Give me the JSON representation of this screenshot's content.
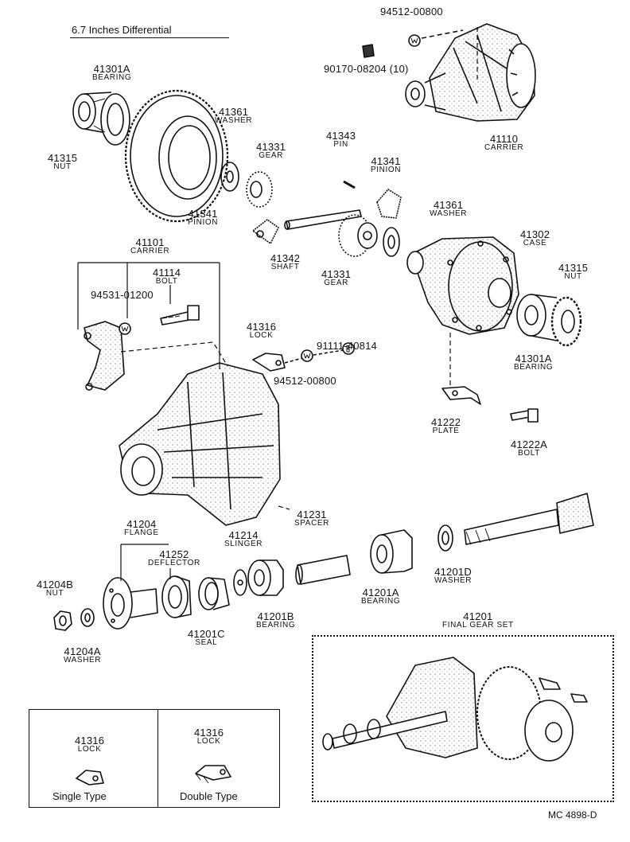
{
  "title": "6.7 Inches Differential",
  "diagram_code": "MC 4898-D",
  "final_gear_set": {
    "number": "41201",
    "name": "FINAL GEAR SET"
  },
  "legend": {
    "single": {
      "number": "41316",
      "name": "LOCK",
      "caption": "Single Type"
    },
    "double": {
      "number": "41316",
      "name": "LOCK",
      "caption": "Double Type"
    }
  },
  "parts": [
    {
      "id": "p01",
      "number": "94512-00800",
      "name": ""
    },
    {
      "id": "p02",
      "number": "90170-08204 (10)",
      "name": ""
    },
    {
      "id": "p03",
      "number": "41110",
      "name": "CARRIER"
    },
    {
      "id": "p04",
      "number": "41301A",
      "name": "BEARING"
    },
    {
      "id": "p05",
      "number": "41315",
      "name": "NUT"
    },
    {
      "id": "p06",
      "number": "41361",
      "name": "WASHER"
    },
    {
      "id": "p07",
      "number": "41331",
      "name": "GEAR"
    },
    {
      "id": "p08",
      "number": "41343",
      "name": "PIN"
    },
    {
      "id": "p09",
      "number": "41341",
      "name": "PINION"
    },
    {
      "id": "p10",
      "number": "41341",
      "name": "PINION"
    },
    {
      "id": "p11",
      "number": "41361",
      "name": "WASHER"
    },
    {
      "id": "p12",
      "number": "41302",
      "name": "CASE"
    },
    {
      "id": "p13",
      "number": "41342",
      "name": "SHAFT"
    },
    {
      "id": "p14",
      "number": "41331",
      "name": "GEAR"
    },
    {
      "id": "p15",
      "number": "41101",
      "name": "CARRIER"
    },
    {
      "id": "p16",
      "number": "41114",
      "name": "BOLT"
    },
    {
      "id": "p17",
      "number": "94531-01200",
      "name": ""
    },
    {
      "id": "p18",
      "number": "41315",
      "name": "NUT"
    },
    {
      "id": "p19",
      "number": "41316",
      "name": "LOCK"
    },
    {
      "id": "p20",
      "number": "91111-40814",
      "name": ""
    },
    {
      "id": "p21",
      "number": "94512-00800",
      "name": ""
    },
    {
      "id": "p22",
      "number": "41301A",
      "name": "BEARING"
    },
    {
      "id": "p23",
      "number": "41222",
      "name": "PLATE"
    },
    {
      "id": "p24",
      "number": "41222A",
      "name": "BOLT"
    },
    {
      "id": "p25",
      "number": "41231",
      "name": "SPACER"
    },
    {
      "id": "p26",
      "number": "41204",
      "name": "FLANGE"
    },
    {
      "id": "p27",
      "number": "41214",
      "name": "SLINGER"
    },
    {
      "id": "p28",
      "number": "41252",
      "name": "DEFLECTOR"
    },
    {
      "id": "p29",
      "number": "41201D",
      "name": "WASHER"
    },
    {
      "id": "p30",
      "number": "41201A",
      "name": "BEARING"
    },
    {
      "id": "p31",
      "number": "41204B",
      "name": "NUT"
    },
    {
      "id": "p32",
      "number": "41201B",
      "name": "BEARING"
    },
    {
      "id": "p33",
      "number": "41201C",
      "name": "SEAL"
    },
    {
      "id": "p34",
      "number": "41204A",
      "name": "WASHER"
    }
  ]
}
